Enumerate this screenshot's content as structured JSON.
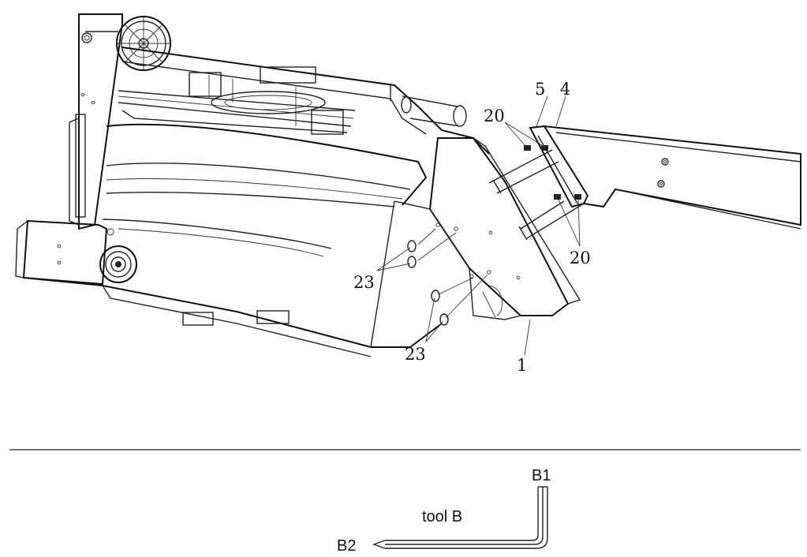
{
  "callouts": {
    "part_1": "1",
    "part_4": "4",
    "part_5": "5",
    "bolts_20_upper": "20",
    "bolts_20_lower": "20",
    "screws_23_upper": "23",
    "screws_23_lower": "23"
  },
  "tool": {
    "name": "tool B",
    "end_1": "B1",
    "end_2": "B2"
  }
}
